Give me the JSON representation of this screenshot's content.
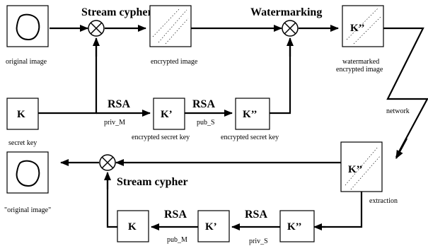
{
  "title_stream_top": "Stream cypher",
  "title_watermarking": "Watermarking",
  "title_stream_bottom": "Stream cypher",
  "captions": {
    "original_image": "original image",
    "encrypted_image": "encrypted image",
    "watermarked_line1": "watermarked",
    "watermarked_line2": "encrypted image",
    "network": "network",
    "secret_key": "secret key",
    "encrypted_secret_key_1": "encrypted secret key",
    "encrypted_secret_key_2": "encrypted secret key",
    "extraction": "extraction",
    "recovered_image": "\"original image\""
  },
  "keys": {
    "k": "K",
    "k_prime": "K’",
    "k_double": "K’’",
    "k_double_wm": "K’’",
    "k_double_ext": "K’’",
    "k_double_bottom": "K’’",
    "k_prime_bottom": "K’",
    "k_bottom": "K"
  },
  "rsa": {
    "top1": "RSA",
    "top1_sub": "priv_M",
    "top2": "RSA",
    "top2_sub": "pub_S",
    "bot1": "RSA",
    "bot1_sub": "pub_M",
    "bot2": "RSA",
    "bot2_sub": "priv_S"
  }
}
